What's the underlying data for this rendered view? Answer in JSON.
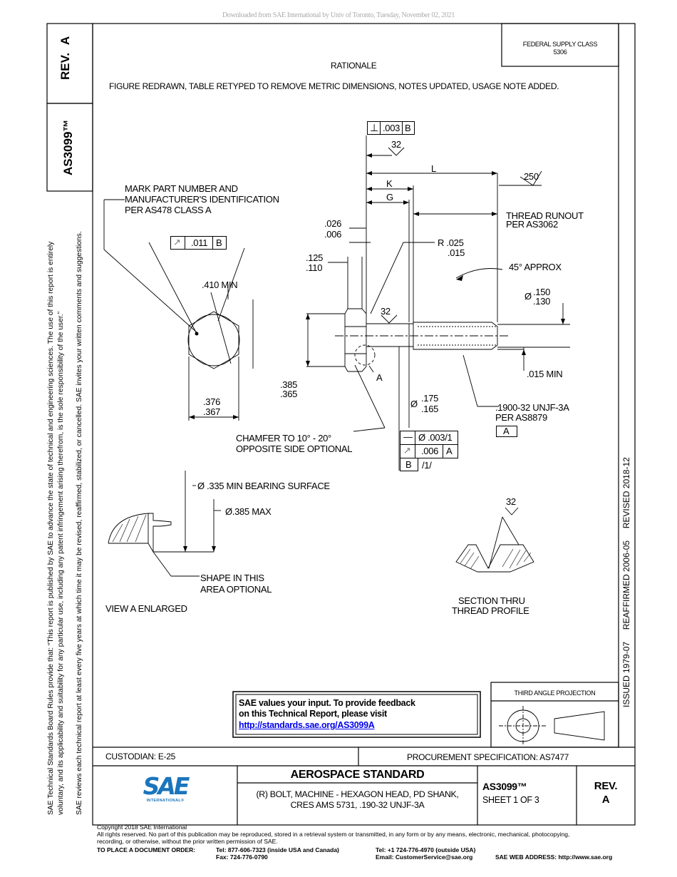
{
  "download_header": "Downloaded from SAE International by Univ of Toronto, Tuesday, November 02, 2021",
  "rev_box": {
    "label": "REV.",
    "value": "A"
  },
  "doc_id_vertical": "AS3099™",
  "federal_supply_class": {
    "line1": "FEDERAL SUPPLY CLASS",
    "line2": "5306"
  },
  "rationale": {
    "heading": "RATIONALE",
    "text": "FIGURE REDRAWN, TABLE RETYPED TO REMOVE METRIC DIMENSIONS, NOTES UPDATED, USAGE NOTE ADDED."
  },
  "left_notice": {
    "line1": "SAE Technical Standards Board Rules provide that: “This report is published by SAE to advance the state of technical and engineering sciences. The use of this report is entirely",
    "line2": "voluntary, and its applicability and suitability for any particular use, including any patent infringement arising therefrom, is the sole responsibility of the user.”",
    "line3": "SAE reviews each technical report at least every five years at which time it may be revised, reaffirmed, stabilized, or cancelled. SAE invites your written comments and suggestions."
  },
  "right_history": "ISSUED 1979-07     REAFFIRMED 2006-05     REVISED 2018-12",
  "drawing": {
    "mark_note": [
      "MARK PART NUMBER AND",
      "MANUFACTURER'S IDENTIFICATION",
      "PER AS478 CLASS A"
    ],
    "fcf_top": {
      "symbol": "⊥",
      "value": ".003",
      "datum": "B"
    },
    "roughness_top": "32",
    "dim_L": "L",
    "dim_K": "K",
    "dim_G": "G",
    "roughness_250": "250",
    "thread_runout": [
      "THREAD RUNOUT",
      "PER AS3062"
    ],
    "dim_026_006": [
      ".026",
      ".006"
    ],
    "fcf_runout_hex": {
      "symbol": "↗",
      "value": ".011",
      "datum": "B"
    },
    "radius": [
      "R .025",
      ".015"
    ],
    "dim_125_110": [
      ".125",
      ".110"
    ],
    "angle_45": "45° APPROX",
    "min_410": ".410 MIN",
    "dia_150_130": {
      "symbol": "Ø",
      "values": [
        ".150",
        ".130"
      ]
    },
    "roughness_mid": "32",
    "min_015": ".015 MIN",
    "label_A": "A",
    "dim_385_365": [
      ".385",
      ".365"
    ],
    "dim_376_367": [
      ".376",
      ".367"
    ],
    "dia_175_165": {
      "symbol": "Ø",
      "values": [
        ".175",
        ".165"
      ]
    },
    "thread_spec": [
      ".1900-32 UNJF-3A",
      "PER AS8879"
    ],
    "datum_A": "A",
    "chamfer_note": [
      "CHAMFER TO 10° - 20°",
      "OPPOSITE SIDE OPTIONAL"
    ],
    "fcf_straight": {
      "symbol": "—",
      "value": "Ø .003/1"
    },
    "fcf_runout2": {
      "symbol": "↗",
      "value": ".006",
      "datum": "A"
    },
    "datum_B": {
      "label": "B",
      "note": "/1/"
    },
    "bearing_surface": "Ø .335 MIN BEARING SURFACE",
    "dia_385_max": "Ø.385 MAX",
    "shape_note": [
      "SHAPE IN THIS",
      "AREA OPTIONAL"
    ],
    "view_a": "VIEW A ENLARGED",
    "roughness_section": "32",
    "section_note": [
      "SECTION THRU",
      "THREAD PROFILE"
    ]
  },
  "feedback": {
    "line1": "SAE values your input. To provide feedback",
    "line2": "on this Technical Report, please visit",
    "link": "http://standards.sae.org/AS3099A"
  },
  "third_angle": "THIRD ANGLE PROJECTION",
  "custodian": "CUSTODIAN: E-25",
  "procurement": "PROCUREMENT SPECIFICATION: AS7477",
  "title_block": {
    "logo_text": "SAE",
    "logo_sub": "INTERNATIONAL®",
    "heading": "AEROSPACE STANDARD",
    "desc_line1": "(R) BOLT, MACHINE - HEXAGON HEAD, PD SHANK,",
    "desc_line2": "CRES AMS 5731, .190-32 UNJF-3A",
    "doc_no": "AS3099™",
    "sheet": "SHEET 1 OF 3",
    "rev_label": "REV.",
    "rev_value": "A"
  },
  "footer": {
    "copyright": "Copyright 2018 SAE International",
    "rights1": "All rights reserved. No part of this publication may be reproduced, stored in a retrieval system or transmitted, in any form or by any means, electronic, mechanical, photocopying,",
    "rights2": "recording, or otherwise, without the prior written permission of SAE.",
    "order_label": "TO PLACE A DOCUMENT ORDER:",
    "tel1": "Tel: 877-606-7323 (inside USA and Canada)",
    "fax": "Fax: 724-776-0790",
    "tel2": "Tel: +1 724-776-4970 (outside USA)",
    "email": "Email: CustomerService@sae.org",
    "web": "SAE WEB ADDRESS: http://www.sae.org"
  },
  "colors": {
    "link": "#0000ee",
    "logo_blue": "#1b75bc"
  }
}
